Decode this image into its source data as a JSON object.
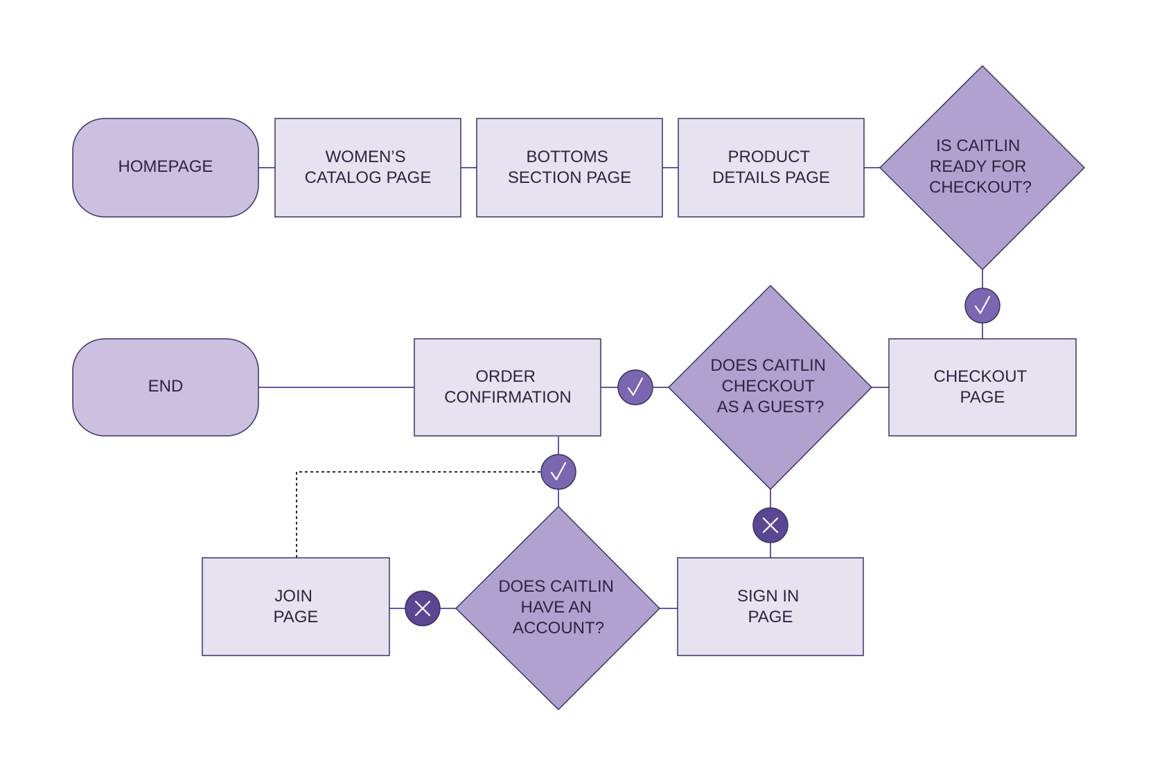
{
  "diagram": {
    "type": "flowchart",
    "colors": {
      "terminal_fill": "#cbc0e0",
      "process_fill": "#e6e2f0",
      "decision_fill": "#b0a1cf",
      "yes_badge_fill": "#7b66b0",
      "no_badge_fill": "#5a4793",
      "connector": "#6a55a6",
      "text": "#2b2540"
    },
    "nodes": {
      "homepage": {
        "shape": "terminal",
        "lines": [
          "HOMEPAGE"
        ]
      },
      "womens_catalog": {
        "shape": "process",
        "lines": [
          "WOMEN’S",
          "CATALOG PAGE"
        ]
      },
      "bottoms_section": {
        "shape": "process",
        "lines": [
          "BOTTOMS",
          "SECTION PAGE"
        ]
      },
      "product_details": {
        "shape": "process",
        "lines": [
          "PRODUCT",
          "DETAILS PAGE"
        ]
      },
      "ready_for_checkout": {
        "shape": "decision",
        "lines": [
          "IS CAITLIN",
          "READY FOR",
          "CHECKOUT?"
        ]
      },
      "checkout_page": {
        "shape": "process",
        "lines": [
          "CHECKOUT",
          "PAGE"
        ]
      },
      "checkout_as_guest": {
        "shape": "decision",
        "lines": [
          "DOES CAITLIN",
          "CHECKOUT",
          "AS A GUEST?"
        ]
      },
      "order_confirmation": {
        "shape": "process",
        "lines": [
          "ORDER",
          "CONFIRMATION"
        ]
      },
      "end": {
        "shape": "terminal",
        "lines": [
          "END"
        ]
      },
      "sign_in_page": {
        "shape": "process",
        "lines": [
          "SIGN IN",
          "PAGE"
        ]
      },
      "have_account": {
        "shape": "decision",
        "lines": [
          "DOES CAITLIN",
          "HAVE AN",
          "ACCOUNT?"
        ]
      },
      "join_page": {
        "shape": "process",
        "lines": [
          "JOIN",
          "PAGE"
        ]
      }
    },
    "edges": [
      {
        "from": "homepage",
        "to": "womens_catalog"
      },
      {
        "from": "womens_catalog",
        "to": "bottoms_section"
      },
      {
        "from": "bottoms_section",
        "to": "product_details"
      },
      {
        "from": "product_details",
        "to": "ready_for_checkout"
      },
      {
        "from": "ready_for_checkout",
        "to": "checkout_page",
        "answer": "yes",
        "badge_icon": "check-icon"
      },
      {
        "from": "checkout_page",
        "to": "checkout_as_guest"
      },
      {
        "from": "checkout_as_guest",
        "to": "order_confirmation",
        "answer": "yes",
        "badge_icon": "check-icon"
      },
      {
        "from": "checkout_as_guest",
        "to": "sign_in_page",
        "answer": "no",
        "badge_icon": "cross-icon"
      },
      {
        "from": "sign_in_page",
        "to": "have_account"
      },
      {
        "from": "have_account",
        "to": "order_confirmation",
        "answer": "yes",
        "badge_icon": "check-icon"
      },
      {
        "from": "have_account",
        "to": "join_page",
        "answer": "no",
        "badge_icon": "cross-icon"
      },
      {
        "from": "join_page",
        "to": "order_confirmation",
        "style": "dashed"
      },
      {
        "from": "order_confirmation",
        "to": "end"
      }
    ]
  }
}
